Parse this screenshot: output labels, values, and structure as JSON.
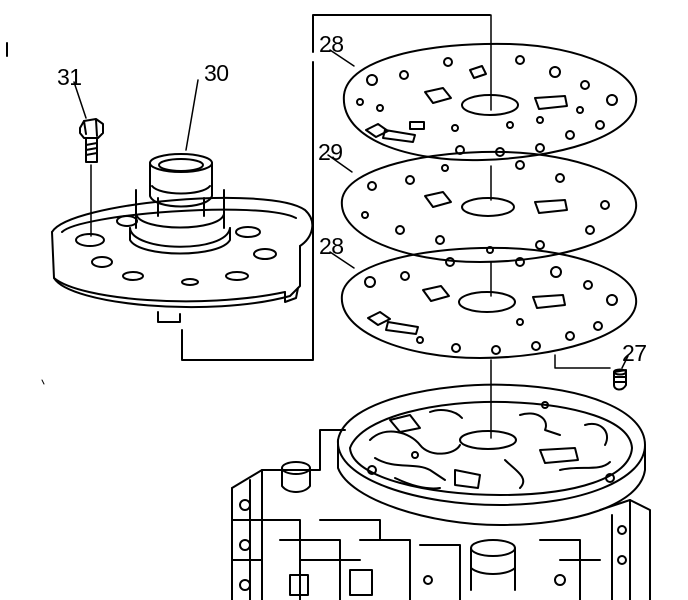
{
  "callouts": {
    "bolt": "31",
    "support": "30",
    "plate_top": "28",
    "gasket_mid": "29",
    "plate_bottom": "28",
    "plug": "27"
  }
}
